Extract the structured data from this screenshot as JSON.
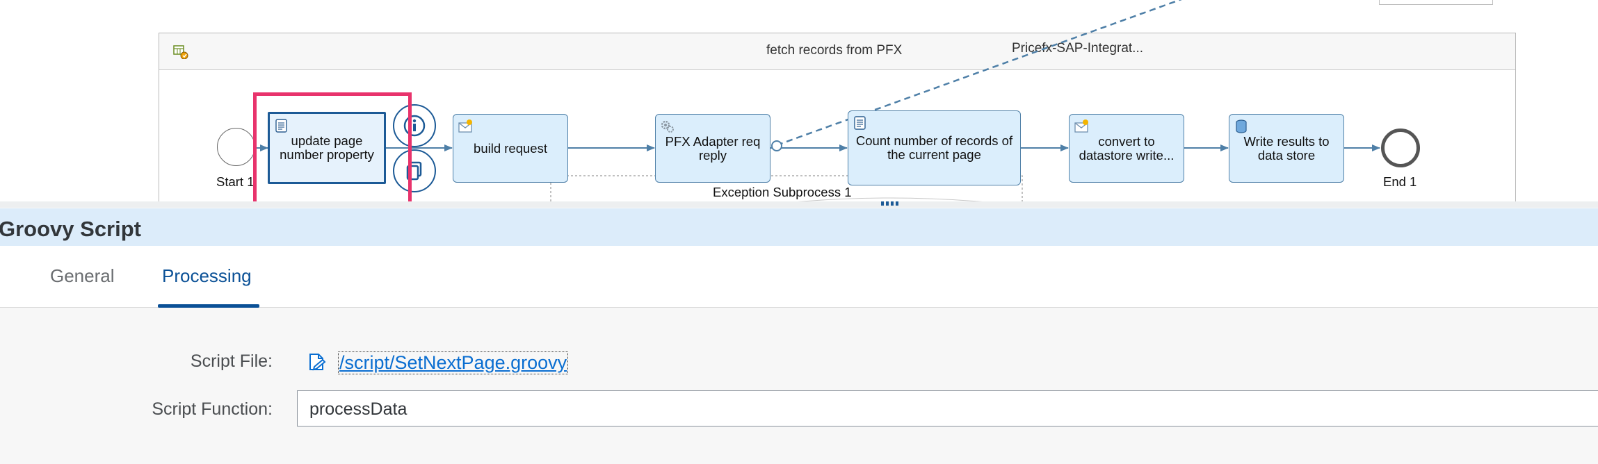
{
  "diagram": {
    "pool_title": "fetch records from PFX",
    "pool_secondary_label": "Pricefx-SAP-Integrat...",
    "steps": [
      {
        "id": "start",
        "label": "Start 1"
      },
      {
        "id": "update",
        "label": "update page number property",
        "icon": "script-icon"
      },
      {
        "id": "build",
        "label": "build request",
        "icon": "envelope-icon"
      },
      {
        "id": "pfx",
        "label": "PFX Adapter req reply",
        "icon": "gear-icon"
      },
      {
        "id": "count",
        "label": "Count number of records of the current page",
        "icon": "script-icon"
      },
      {
        "id": "convert",
        "label": "convert to datastore write...",
        "icon": "envelope-icon"
      },
      {
        "id": "write",
        "label": "Write results to data store",
        "icon": "datastore-icon"
      },
      {
        "id": "end",
        "label": "End 1"
      }
    ],
    "subprocess_label": "Exception Subprocess 1",
    "quick_actions": [
      "info-icon",
      "copy-icon"
    ]
  },
  "properties": {
    "title": "Groovy Script",
    "tabs": [
      {
        "label": "General",
        "active": false
      },
      {
        "label": "Processing",
        "active": true
      }
    ],
    "script_file_label": "Script File:",
    "script_file_value": "/script/SetNextPage.groovy",
    "script_function_label": "Script Function:",
    "script_function_value": "processData"
  },
  "colors": {
    "task_fill": "#dbeefc",
    "task_border": "#4e7fa7",
    "selection": "#1c5a96",
    "highlight": "#e8336c",
    "panel_header": "#dcecfa",
    "active_tab": "#0a5096",
    "link": "#0a6ed1"
  }
}
